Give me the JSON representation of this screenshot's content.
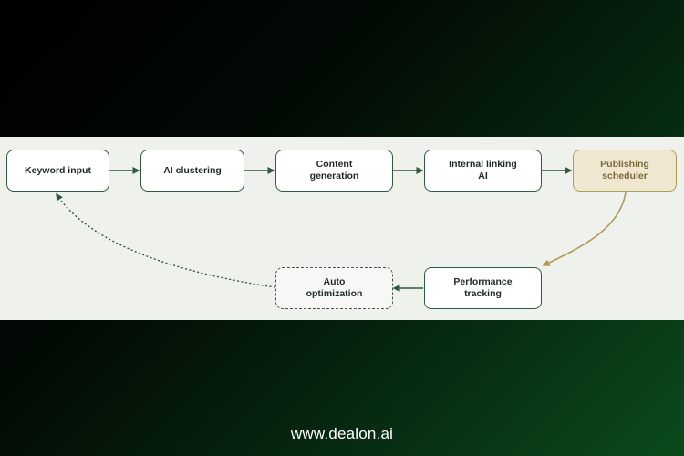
{
  "diagram": {
    "nodes": [
      {
        "id": "keyword_input",
        "label": "Keyword input"
      },
      {
        "id": "ai_clustering",
        "label": "AI clustering"
      },
      {
        "id": "content_generation",
        "label": "Content\ngeneration"
      },
      {
        "id": "internal_linking",
        "label": "Internal linking\nAI"
      },
      {
        "id": "publishing_scheduler",
        "label": "Publishing\nscheduler"
      },
      {
        "id": "performance_tracking",
        "label": "Performance\ntracking"
      },
      {
        "id": "auto_optimization",
        "label": "Auto\noptimization"
      }
    ],
    "edges": [
      {
        "from": "keyword_input",
        "to": "ai_clustering",
        "style": "solid"
      },
      {
        "from": "ai_clustering",
        "to": "content_generation",
        "style": "solid"
      },
      {
        "from": "content_generation",
        "to": "internal_linking",
        "style": "solid"
      },
      {
        "from": "internal_linking",
        "to": "publishing_scheduler",
        "style": "solid"
      },
      {
        "from": "publishing_scheduler",
        "to": "performance_tracking",
        "style": "curved"
      },
      {
        "from": "performance_tracking",
        "to": "auto_optimization",
        "style": "solid"
      },
      {
        "from": "auto_optimization",
        "to": "keyword_input",
        "style": "dotted-curve"
      }
    ]
  },
  "colors": {
    "node_border": "#2f5a3f",
    "highlight_fill": "#efe7cf",
    "highlight_border": "#b19a56",
    "panel": "#eef1ec"
  },
  "footer": {
    "text": "www.dealon.ai"
  }
}
